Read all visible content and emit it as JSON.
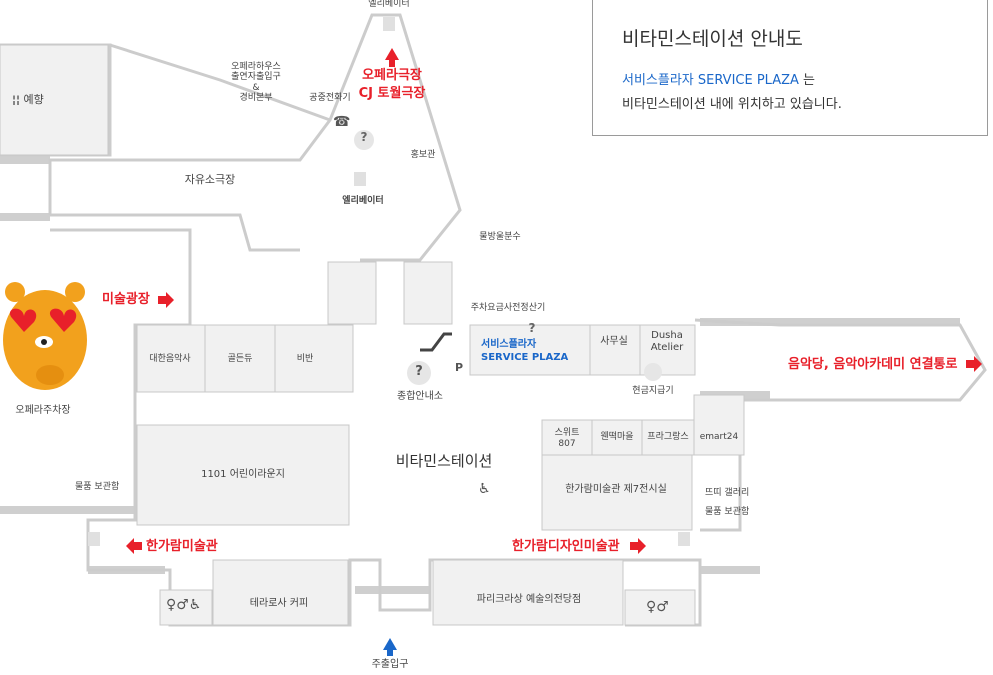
{
  "info": {
    "title": "비타민스테이션 안내도",
    "plaza_name": "서비스플라자 SERVICE PLAZA",
    "line1_suffix": " 는",
    "line2": "비타민스테이션 내에 위치하고 있습니다."
  },
  "labels": {
    "elevator_top": "엘리베이터",
    "opera_theater": "오페라극장",
    "cj_theater": "CJ 토월극장",
    "opera_house_entrance": "오페라하우스\n출연자출입구\n&\n경비본부",
    "public_phone": "공중전화기",
    "yehyang": "예향",
    "jayuso_theater": "자유소극장",
    "elevator_mid": "엘리베이터",
    "pr_hall": "홍보관",
    "fountain": "물방울분수",
    "art_plaza": "미술광장",
    "opera_parking": "오페라주차장",
    "daehan_music": "대한음악사",
    "goldenew": "골든듀",
    "biban": "비반",
    "parking_payment": "주차요금사전정산기",
    "service_plaza_ko": "서비스플라자",
    "service_plaza_en": "SERVICE PLAZA",
    "office": "사무실",
    "dusha_atelier": "Dusha\nAtelier",
    "concert_link": "음악당, 음악아카데미 연결통로",
    "info_center": "종합안내소",
    "atm": "현금지급기",
    "suite807": "스위트\n807",
    "hwantteok": "웬떡마을",
    "fragrance": "프라그랑스",
    "emart24": "emart24",
    "kids_lounge": "1101 어린이라운지",
    "vitamin_station": "비타민스테이션",
    "hangaram_gallery7": "한가람미술관 제7전시실",
    "ttomi_gallery": "뜨띠 갤러리",
    "locker_right": "물품 보관함",
    "locker_left": "물품 보관함",
    "hangaram_art": "한가람미술관",
    "hangaram_design": "한가람디자인미술관",
    "terarosa": "테라로사 커피",
    "paris_croissant": "파리크라상 예술의전당점",
    "main_entrance": "주출입구",
    "p_sign": "P",
    "q_mark": "?"
  },
  "colors": {
    "accent_red": "#e8202a",
    "accent_blue": "#1a67c9",
    "wall": "#c8c8c8",
    "room": "#f2f2f2"
  }
}
